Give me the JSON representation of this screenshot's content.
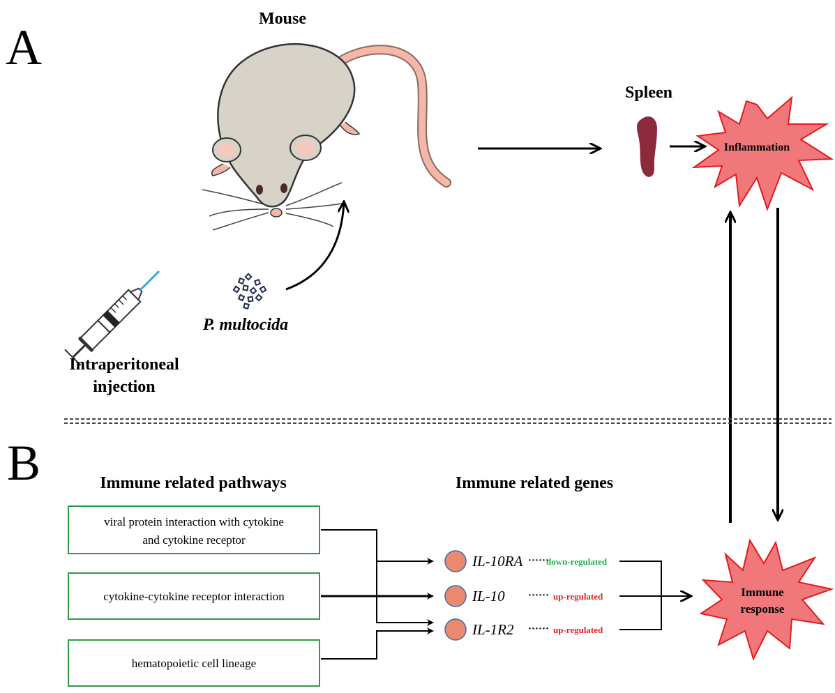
{
  "panel_a": {
    "letter": "A",
    "mouse_label": "Mouse",
    "spleen_label": "Spleen",
    "inflammation_label": "Inflammation",
    "bacteria_label": "P. multocida",
    "injection_label_line1": "Intraperitoneal",
    "injection_label_line2": "injection"
  },
  "panel_b": {
    "letter": "B",
    "pathways_title": "Immune related pathways",
    "genes_title": "Immune related genes",
    "pathways": [
      {
        "line1": "viral protein interaction with cytokine",
        "line2": "and cytokine receptor"
      },
      {
        "line1": "cytokine-cytokine receptor interaction"
      },
      {
        "line1": "hematopoietic cell lineage"
      }
    ],
    "genes": [
      {
        "name": "IL-10RA",
        "dots": "······",
        "regulation": "down-regulated"
      },
      {
        "name": "IL-10",
        "dots": "······",
        "regulation": "up-regulated"
      },
      {
        "name": "IL-1R2",
        "dots": "······",
        "regulation": "up-regulated"
      }
    ],
    "response_line1": "Immune",
    "response_line2": "response"
  },
  "colors": {
    "box_border": "#2e9b48",
    "down": "#22b14c",
    "up": "#ed1c24",
    "burst_fill": "#f0787b",
    "burst_stroke": "#e31a1c",
    "gene_ball": "#e98a6e",
    "spleen": "#8b2a3a",
    "mouse_body": "#d7d3c8",
    "mouse_tail": "#f4b7a8"
  }
}
